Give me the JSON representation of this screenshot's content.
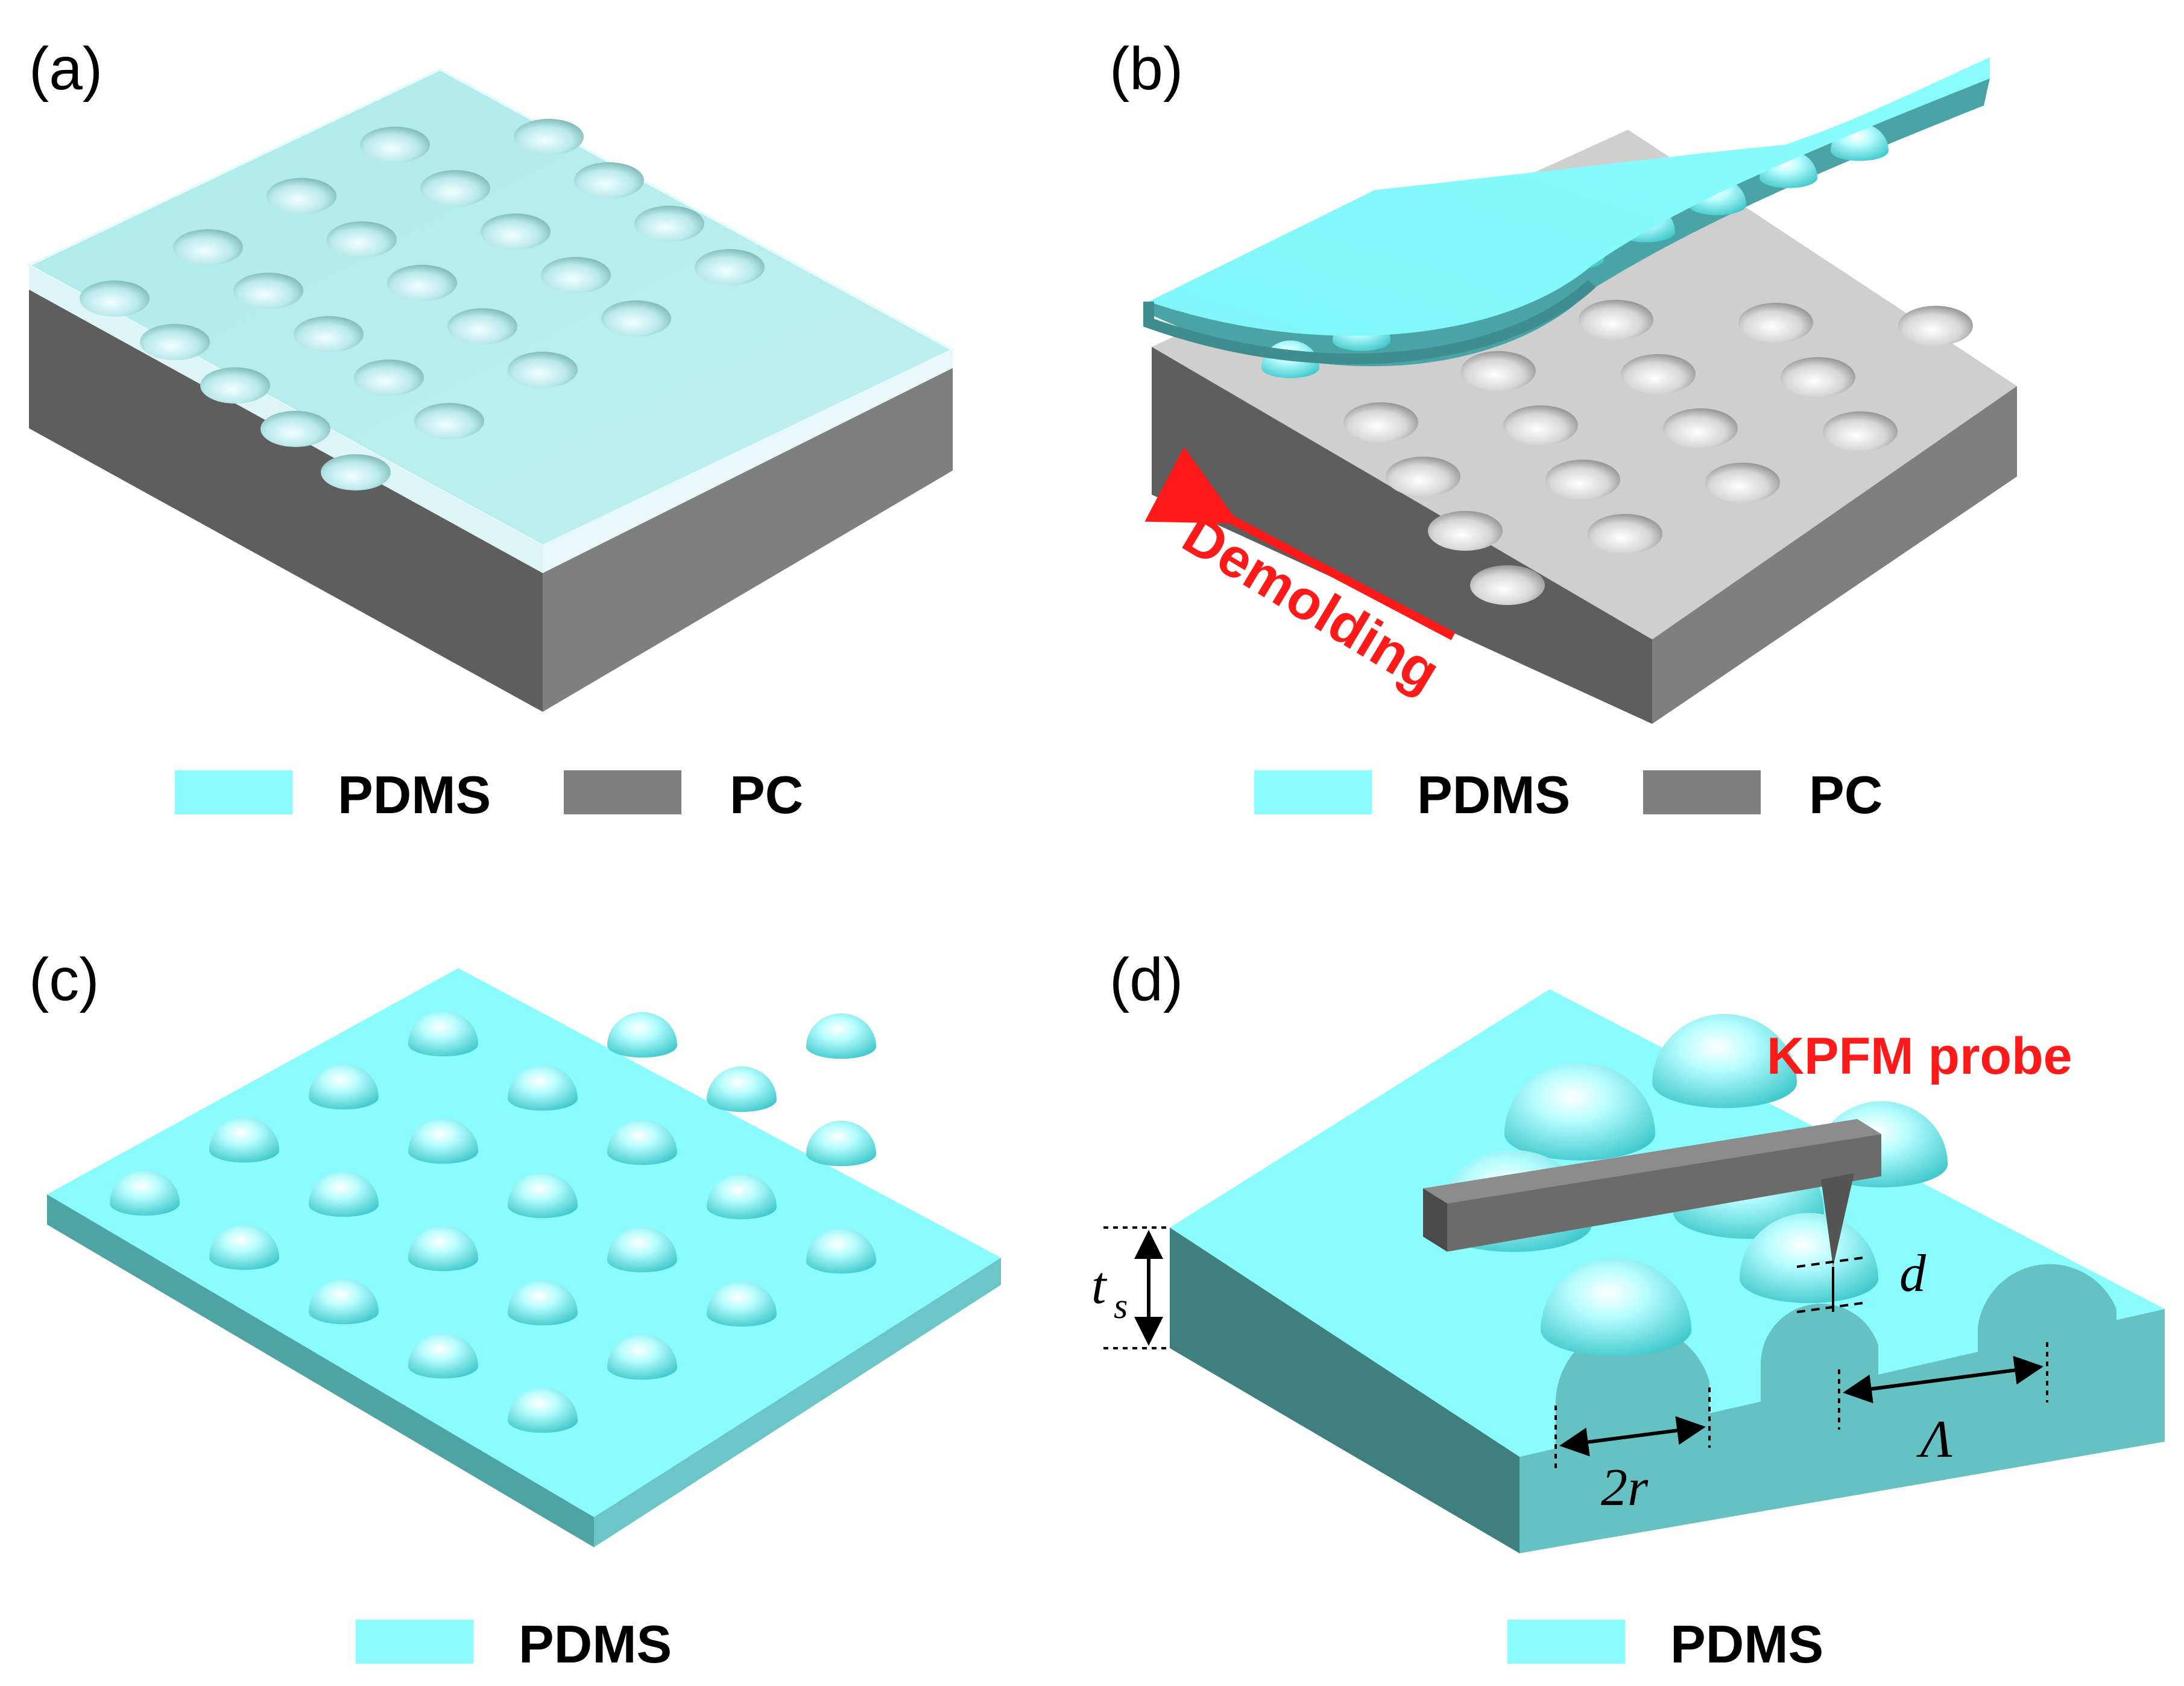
{
  "panels": [
    {
      "id": "a",
      "label": "(a)",
      "legend": [
        {
          "text": "PDMS",
          "color": "#8afcff"
        },
        {
          "text": "PC",
          "color": "#7f7f7f"
        }
      ]
    },
    {
      "id": "b",
      "label": "(b)",
      "legend": [
        {
          "text": "PDMS",
          "color": "#8afcff"
        },
        {
          "text": "PC",
          "color": "#7f7f7f"
        }
      ],
      "annotation": "Demolding"
    },
    {
      "id": "c",
      "label": "(c)",
      "legend": [
        {
          "text": "PDMS",
          "color": "#8afcff"
        }
      ]
    },
    {
      "id": "d",
      "label": "(d)",
      "legend": [
        {
          "text": "PDMS",
          "color": "#8afcff"
        }
      ],
      "probe_label": "KPFM probe",
      "dimensions": {
        "thickness": "t",
        "thickness_sub": "s",
        "diameter": "2r",
        "depth": "d",
        "period": "Λ"
      }
    }
  ],
  "colors": {
    "pdms": "#8afcff",
    "pdms_side": "#4ea3a3",
    "pc_top": "#cfcfcf",
    "pc_side": "#7f7f7f",
    "pc_side_dark": "#5e5e5e",
    "red": "#ff1a1a"
  }
}
